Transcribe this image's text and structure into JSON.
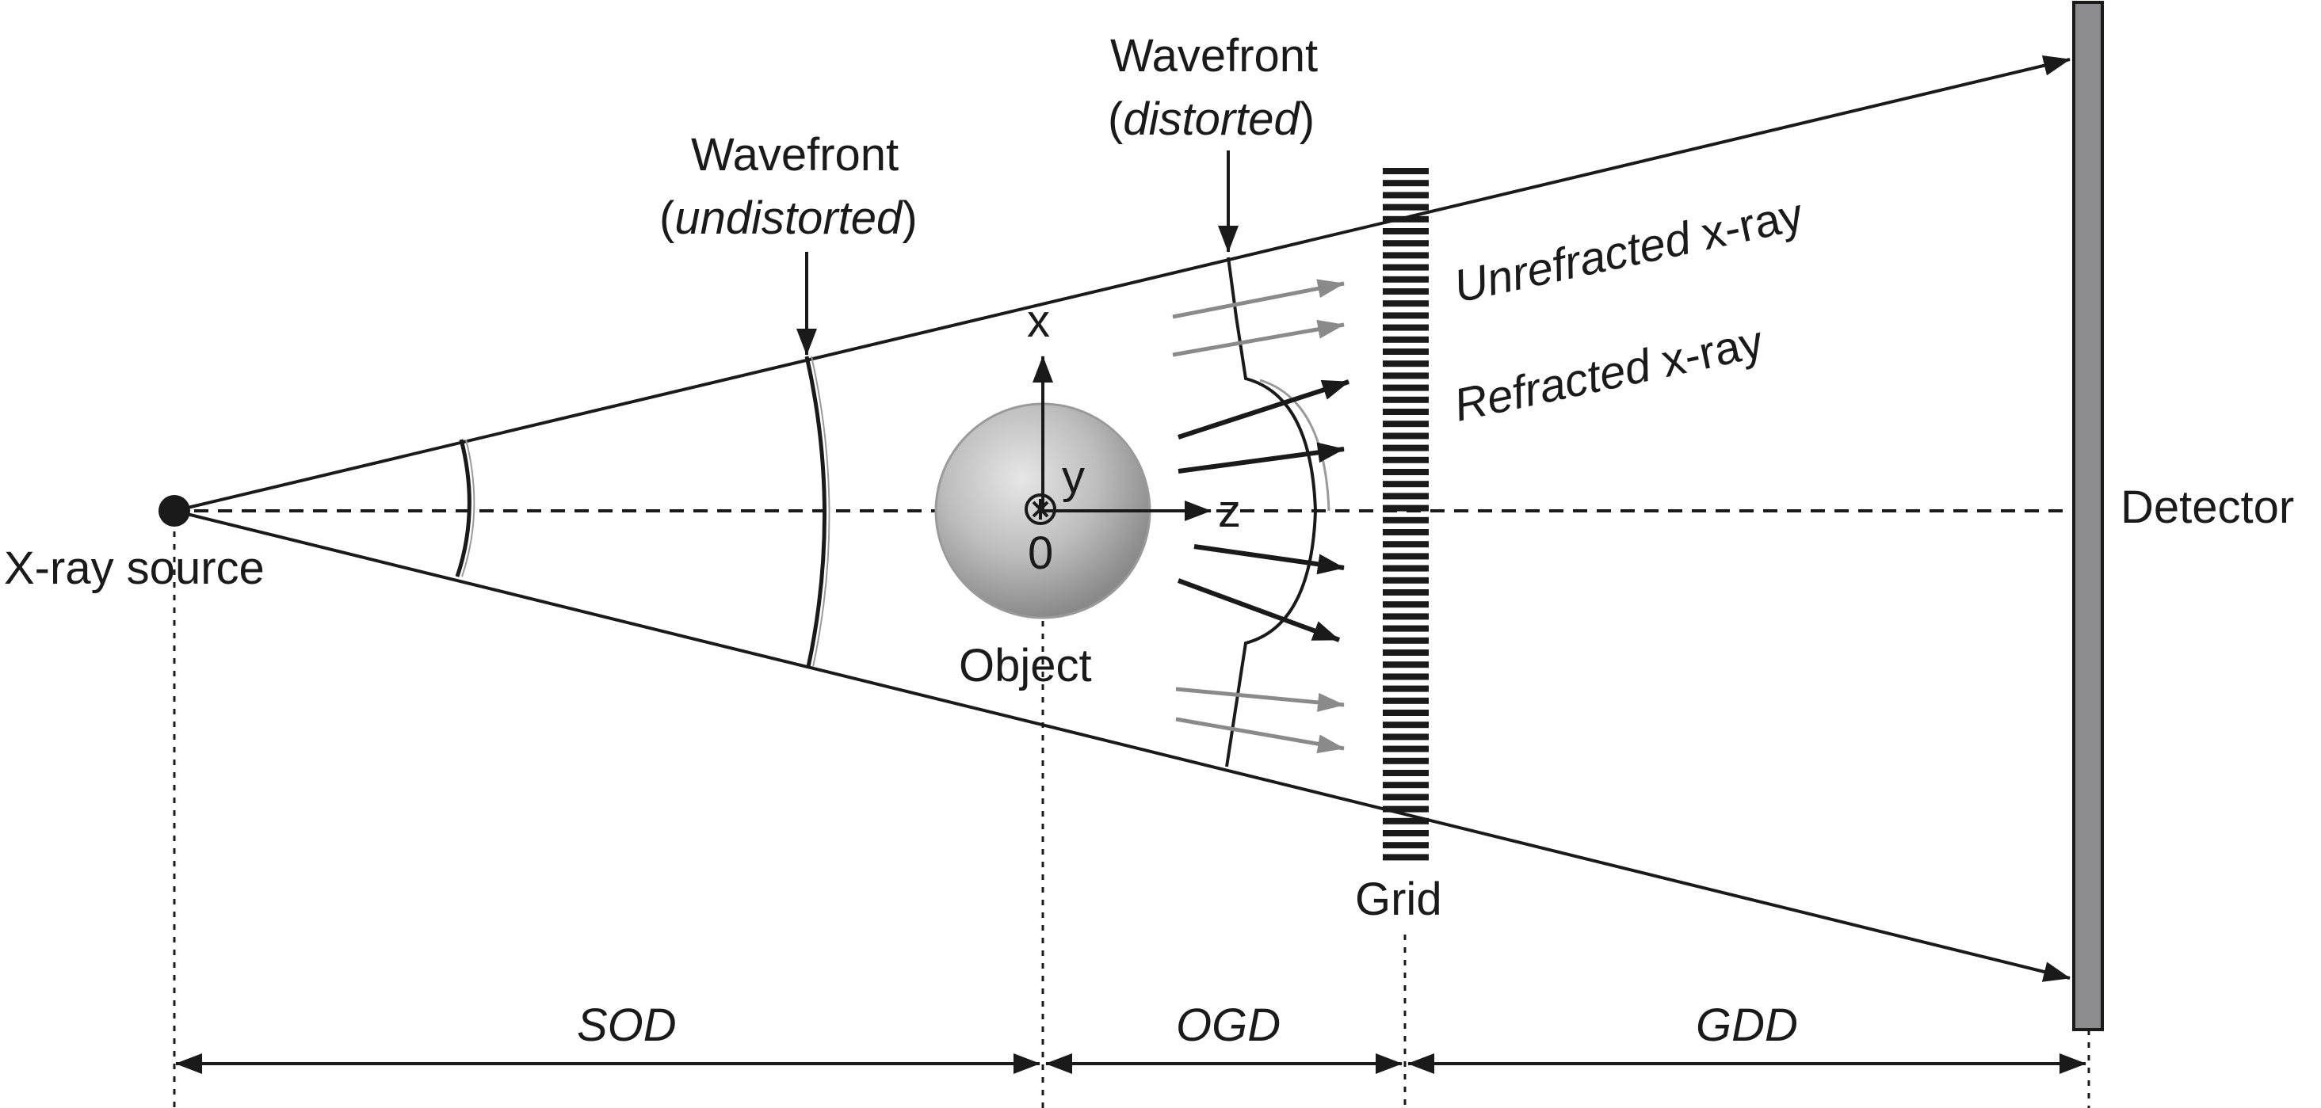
{
  "labels": {
    "source": "X-ray source",
    "detector": "Detector",
    "object": "Object",
    "grid": "Grid",
    "origin": "0",
    "axis_x": "x",
    "axis_y": "y",
    "axis_z": "z",
    "wavefront_undistorted_title": "Wavefront",
    "wavefront_undistorted_paren_open": "(",
    "wavefront_undistorted_word": "undistorted",
    "wavefront_undistorted_paren_close": ")",
    "wavefront_distorted_title": "Wavefront",
    "wavefront_distorted_paren_open": "(",
    "wavefront_distorted_word": "distorted",
    "wavefront_distorted_paren_close": ")",
    "unrefracted_italic": "Unrefracted",
    "unrefracted_rest": " x-ray",
    "refracted_italic": "Refracted",
    "refracted_rest": " x-ray"
  },
  "dimensions": {
    "sod": "SOD",
    "ogd": "OGD",
    "gdd": "GDD"
  },
  "colors": {
    "line": "#1a1a1a",
    "detector_fill": "#8c8c8e",
    "grey_arrow": "#8a8a8a",
    "sphere_light": "#d9d9d9",
    "sphere_dark": "#8f8f8f"
  }
}
